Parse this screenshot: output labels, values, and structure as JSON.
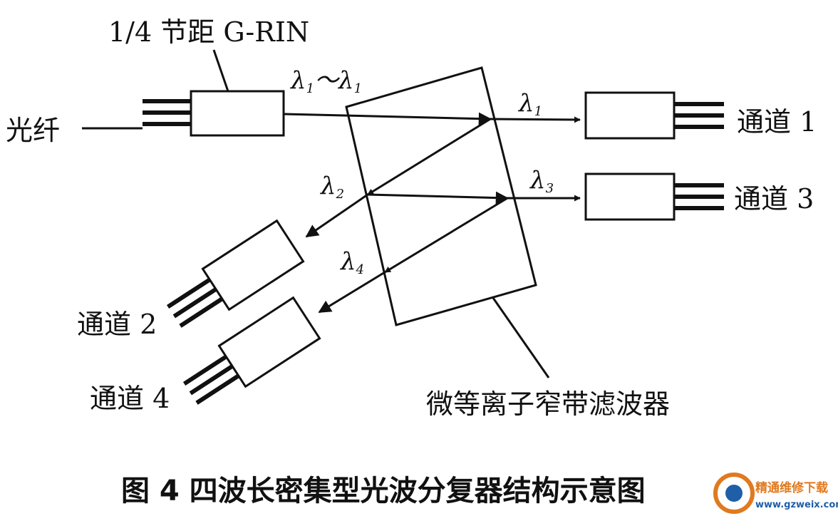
{
  "labels": {
    "fiber": "光纤",
    "grin": "1/4 节距 G-RIN",
    "ch1": "通道 1",
    "ch2": "通道 2",
    "ch3": "通道 3",
    "ch4": "通道 4",
    "filter": "微等离子窄带滤波器"
  },
  "wavelengths": {
    "symbol": "λ",
    "range_sub_a": "1",
    "range_sep": "～",
    "range_sub_b": "1",
    "l1_sub": "1",
    "l2_sub": "2",
    "l3_sub": "3",
    "l4_sub": "4"
  },
  "caption": "图 4  四波长密集型光波分复器结构示意图",
  "watermark": {
    "name": "精通维修下载",
    "url": "www.gzweix.com"
  },
  "colors": {
    "ink": "#111111",
    "background": "#ffffff",
    "watermark_orange": "#e07a1f",
    "watermark_blue": "#1f5fa8"
  }
}
